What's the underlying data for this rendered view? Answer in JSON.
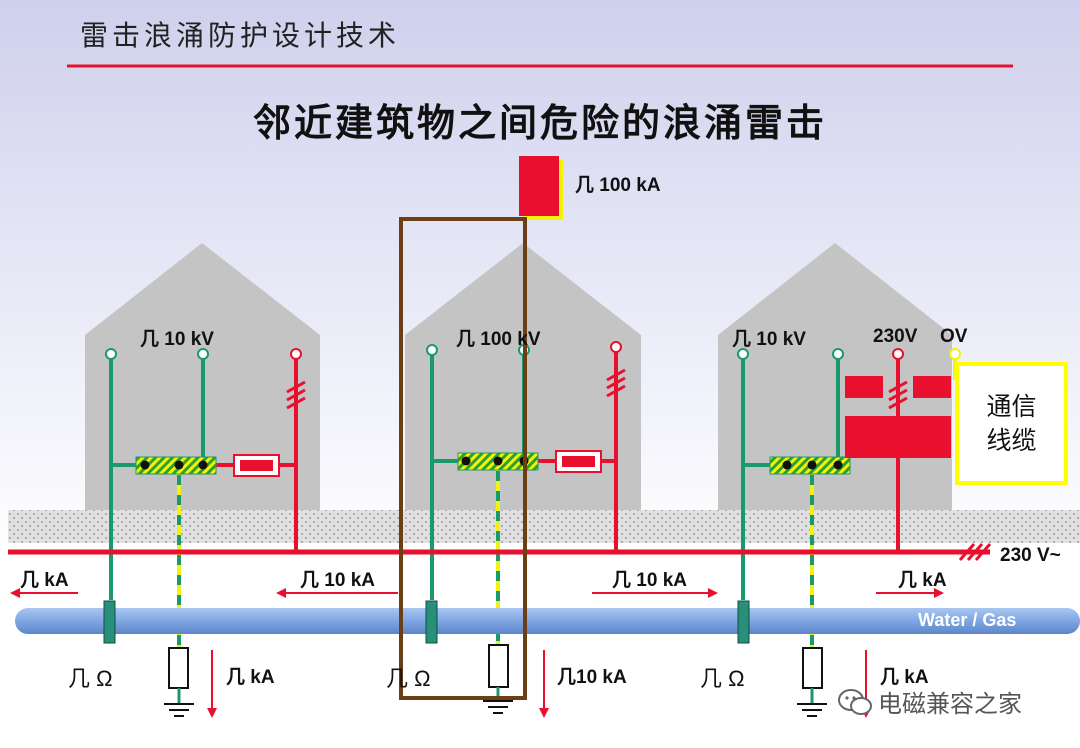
{
  "header": {
    "title": "雷击浪涌防护设计技术"
  },
  "slide_title": "邻近建筑物之间危险的浪涌雷击",
  "labels": {
    "lightning_current": "几 100 kA",
    "building_left_voltage": "几 10 kV",
    "building_middle_voltage": "几 100 kV",
    "building_right_voltage": "几 10 kV",
    "right_230v": "230V",
    "right_0v": "OV",
    "mains": "230 V~",
    "current_far_left": "几 kA",
    "current_left_middle": "几 10 kA",
    "current_middle_right": "几 10 kA",
    "current_far_right": "几 kA",
    "ohm_left": "几 Ω",
    "ohm_middle": "几 Ω",
    "ohm_right": "几 Ω",
    "ground_current_left": "几 kA",
    "ground_current_middle": "几10 kA",
    "ground_current_right": "几 kA",
    "water_gas": "Water / Gas"
  },
  "comm_cable": {
    "line1": "通信",
    "line2": "线缆"
  },
  "watermark": "电磁兼容之家",
  "colors": {
    "power_line": "#e8102e",
    "pe_green": "#1a9a6a",
    "pe_yellow": "#f2f20a",
    "highlight_frame": "#6b3e15",
    "pipe": "#8ab0e6",
    "house": "#c4c4c4",
    "header_rule": "#e8102e"
  }
}
